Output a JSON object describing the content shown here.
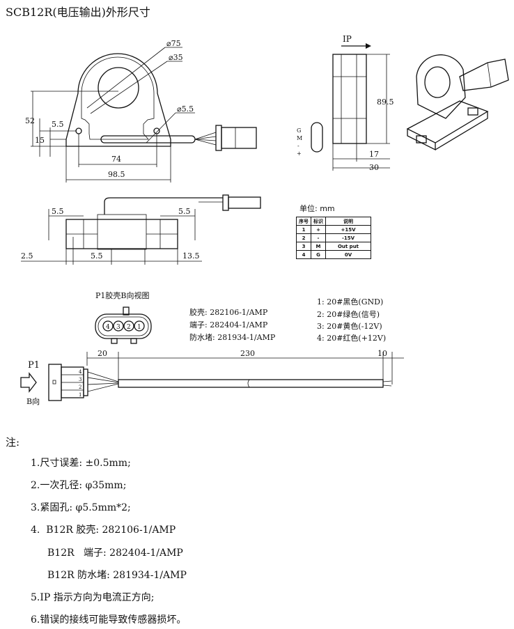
{
  "title": "SCB12R(电压输出)外形尺寸",
  "front_view": {
    "dims": {
      "outer_dia": "⌀75",
      "inner_dia": "⌀35",
      "hole_dia": "⌀5.5",
      "height": "52",
      "hole_offset": "5.5",
      "base": "15",
      "hole_spacing": "74",
      "total_width": "98.5"
    }
  },
  "side_view": {
    "current_label": "IP",
    "dims": {
      "height": "89.5",
      "d1": "17",
      "d2": "30"
    },
    "pin_labels": [
      "G",
      "M",
      "-",
      "+"
    ]
  },
  "bottom_view": {
    "dims": {
      "left": "5.5",
      "right": "5.5",
      "a": "2.5",
      "b": "5.5",
      "c": "13.5"
    }
  },
  "unit_label": "单位: mm",
  "pin_table": {
    "headers": [
      "序号",
      "标识",
      "说明"
    ],
    "rows": [
      [
        "1",
        "+",
        "+15V"
      ],
      [
        "2",
        "-",
        "-15V"
      ],
      [
        "3",
        "M",
        "Out put"
      ],
      [
        "4",
        "G",
        "0V"
      ]
    ]
  },
  "connector_view": {
    "title": "P1胶壳B向视图",
    "pins": [
      "4",
      "3",
      "2",
      "1"
    ]
  },
  "parts": [
    "胶壳: 282106-1/AMP",
    "端子: 282404-1/AMP",
    "防水堵: 281934-1/AMP"
  ],
  "wires": [
    "1: 20#黑色(GND)",
    "2: 20#绿色(信号)",
    "3: 20#黄色(-12V)",
    "4: 20#红色(+12V)"
  ],
  "cable": {
    "p1_label": "P1",
    "direction_label": "B向",
    "dims": [
      "20",
      "230",
      "10"
    ],
    "pin_numbers": [
      "4",
      "3",
      "2",
      "1"
    ]
  },
  "notes": {
    "heading": "注:",
    "items": [
      "1.尺寸误差: ±0.5mm;",
      "2.一次孔径: φ35mm;",
      "3.紧固孔: φ5.5mm*2;",
      "4.  B12R 胶壳: 282106-1/AMP",
      "B12R   端子: 282404-1/AMP",
      "B12R 防水堵: 281934-1/AMP",
      "5.IP 指示方向为电流正方向;",
      "6.错误的接线可能导致传感器损坏。"
    ]
  }
}
